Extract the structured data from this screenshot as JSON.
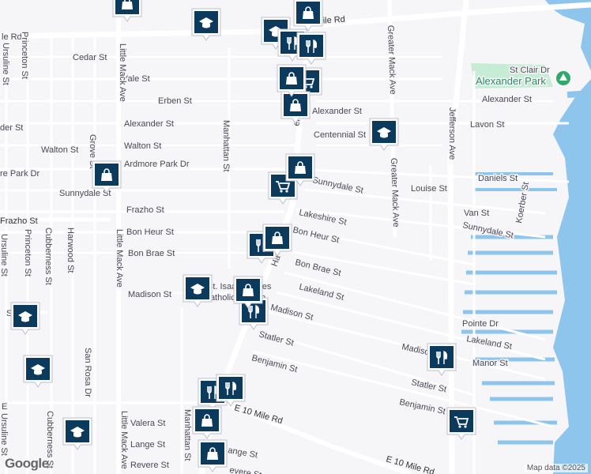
{
  "map": {
    "logo": "Google",
    "attribution": "Map data ©2025",
    "park_label": "Alexander Park",
    "church_label_1": "St. Isaac Jogues",
    "church_label_2": "Catholic Church"
  },
  "streets": {
    "e11mile": "E 11 Mile Rd",
    "le_rd": "le Rd",
    "cedar": "Cedar St",
    "yale": "Yale St",
    "erben": "Erben St",
    "alexander_w": "Alexander St",
    "alexander_e": "Alexander St",
    "alexander_ne": "Alexander St",
    "der_st": "der St",
    "walton_w": "Walton St",
    "walton": "Walton St",
    "ardmore": "Ardmore Park Dr",
    "re_park": "re Park Dr",
    "sunnydale_w": "Sunnydale St",
    "sunnydale_e": "Sunnydale St",
    "sunnydale_se": "Sunnydale St",
    "frazho_w": "Frazho St",
    "frazho": "Frazho St",
    "bonheur": "Bon Heur St",
    "bonheur_e": "Bon Heur St",
    "bonbrae": "Bon Brae St",
    "bonbrae_e": "Bon Brae St",
    "madison": "Madison St",
    "madison_e": "Madison St",
    "madison_se": "Madiso",
    "lakeshire": "Lakeshire St",
    "lakeland": "Lakeland St",
    "lakeland_e": "Lakeland St",
    "statler": "Statler St",
    "statler_e": "Statler St",
    "benjamin": "Benjamin St",
    "benjamin_e": "Benjamin St",
    "centennial": "Centennial St",
    "lavon": "Lavon St",
    "st_clair": "St Clair Dr",
    "daniels": "Daniels St",
    "louise": "Louise St",
    "van": "Van St",
    "koerber": "Koerber St",
    "pointe": "Pointe Dr",
    "manor": "Manor St",
    "valera": "Valera St",
    "lange": "Lange St",
    "lange_e": "ange St",
    "revere": "Revere St",
    "revere_e": "evere St",
    "e10mile": "E 10 Mile Rd",
    "e10mile_e": "E 10 Mile Rd",
    "little_mack_n": "Little Mack Ave",
    "little_mack_m": "Little Mack Ave",
    "little_mack_s": "Little Mack Ave",
    "greater_mack_n": "Greater Mack Ave",
    "greater_mack_s": "Greater Mack Ave",
    "jefferson": "Jefferson Ave",
    "manhattan": "Manhattan St",
    "manhattan_s": "Manhattan St",
    "grove": "Grove St",
    "princeton_n": "Princeton St",
    "princeton_s": "Princeton St",
    "ursuline_n": "Ursuline St",
    "ursuline_m": "Ursuline St",
    "ursuline_s": "Ursuline St",
    "cubberness": "Cubberness St",
    "cubberness_s": "Cubberness St",
    "harwood": "Harwood St",
    "san_rosa": "San Rosa Dr",
    "harper_ha": "Ha",
    "harper_er": "er Ave",
    "e_letter": "E",
    "s_letter": "S",
    "ha_small": "Ha"
  },
  "pois": [
    {
      "type": "shopping",
      "icon": "shopping-bag-icon"
    },
    {
      "type": "school",
      "icon": "school-icon"
    },
    {
      "type": "shopping",
      "icon": "shopping-bag-icon"
    },
    {
      "type": "school",
      "icon": "school-icon"
    },
    {
      "type": "restaurant",
      "icon": "restaurant-icon"
    },
    {
      "type": "restaurant",
      "icon": "restaurant-icon"
    },
    {
      "type": "shopping",
      "icon": "shopping-cart-icon"
    },
    {
      "type": "shopping",
      "icon": "shopping-bag-icon"
    },
    {
      "type": "school",
      "icon": "school-icon"
    },
    {
      "type": "shopping",
      "icon": "shopping-bag-icon"
    },
    {
      "type": "shopping",
      "icon": "shopping-cart-icon"
    },
    {
      "type": "shopping",
      "icon": "shopping-bag-icon"
    },
    {
      "type": "shopping",
      "icon": "shopping-bag-icon"
    },
    {
      "type": "restaurant",
      "icon": "restaurant-icon"
    },
    {
      "type": "school",
      "icon": "school-icon"
    },
    {
      "type": "shopping",
      "icon": "shopping-bag-icon"
    },
    {
      "type": "restaurant",
      "icon": "restaurant-icon"
    },
    {
      "type": "shopping",
      "icon": "shopping-bag-icon"
    },
    {
      "type": "school",
      "icon": "school-icon"
    },
    {
      "type": "school",
      "icon": "school-icon"
    },
    {
      "type": "restaurant",
      "icon": "restaurant-icon"
    },
    {
      "type": "restaurant",
      "icon": "restaurant-icon"
    },
    {
      "type": "restaurant",
      "icon": "restaurant-icon"
    },
    {
      "type": "shopping",
      "icon": "shopping-cart-icon"
    },
    {
      "type": "school",
      "icon": "school-icon"
    },
    {
      "type": "shopping",
      "icon": "shopping-bag-icon"
    },
    {
      "type": "shopping",
      "icon": "shopping-bag-icon"
    }
  ],
  "colors": {
    "land": "#f6f6f8",
    "road": "#ffffff",
    "road_edge": "#d6d9e0",
    "water": "#8ec5ed",
    "park": "#c7ecd6",
    "marker": "#0b3a5c",
    "marker_border": "#ffffff"
  }
}
